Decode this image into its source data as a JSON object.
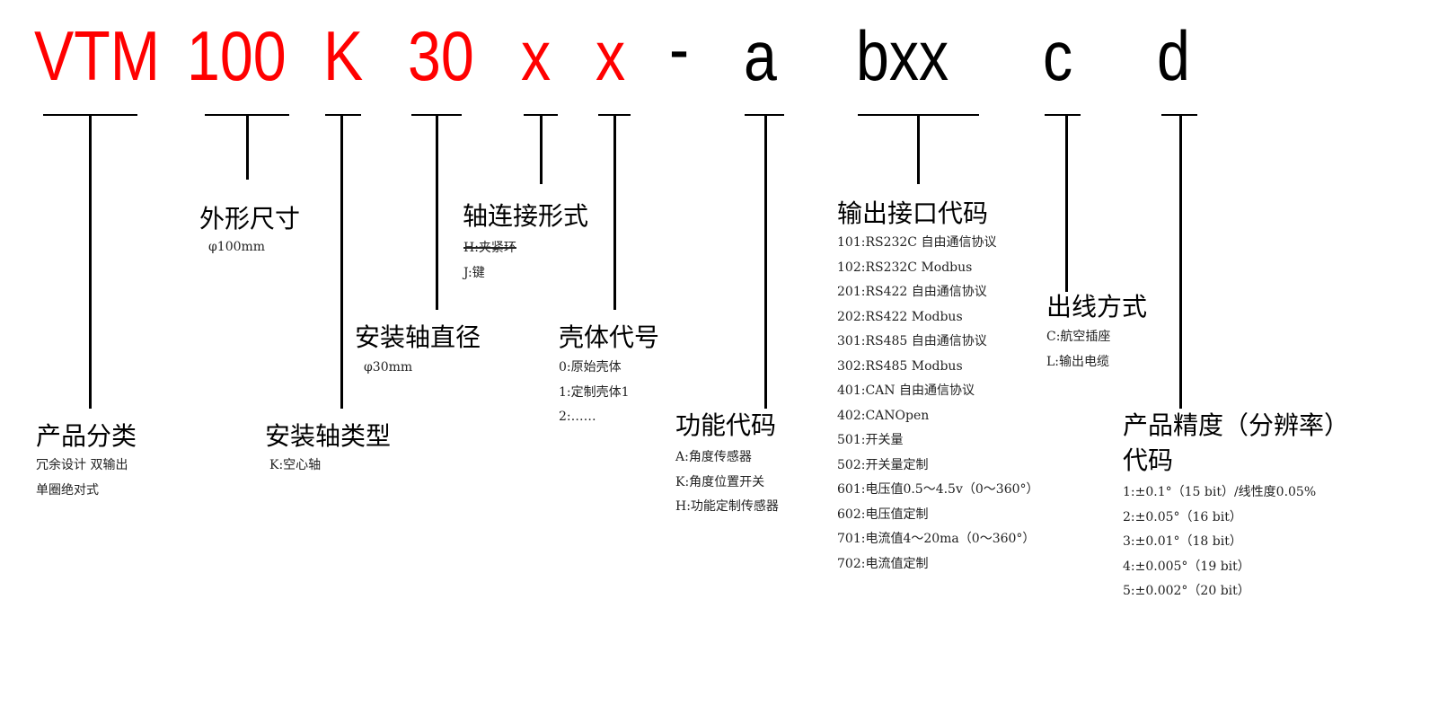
{
  "model_code": {
    "parts": [
      "VTM",
      "100",
      "K",
      "30",
      "x",
      "x",
      "-",
      "a",
      "bxx",
      "c",
      "d"
    ],
    "fixed_color": "#ff0000",
    "option_color": "#000000"
  },
  "segments": {
    "category": {
      "title": "产品分类",
      "lines": [
        "冗余设计 双输出",
        "单圈绝对式"
      ]
    },
    "size": {
      "title": "外形尺寸",
      "lines": [
        "φ100mm"
      ]
    },
    "shaft_type": {
      "title": "安装轴类型",
      "lines": [
        "K:空心轴"
      ]
    },
    "shaft_diameter": {
      "title": "安装轴直径",
      "lines": [
        "φ30mm"
      ]
    },
    "shaft_connection": {
      "title": "轴连接形式",
      "lines": [
        "H:夹紧环",
        "J:键"
      ]
    },
    "housing": {
      "title": "壳体代号",
      "lines": [
        "0:原始壳体",
        "1:定制壳体1",
        "2:……"
      ]
    },
    "function": {
      "title": "功能代码",
      "lines": [
        "A:角度传感器",
        "K:角度位置开关",
        "H:功能定制传感器"
      ]
    },
    "interface": {
      "title": "输出接口代码",
      "lines": [
        "101:RS232C 自由通信协议",
        "102:RS232C Modbus",
        "201:RS422 自由通信协议",
        "202:RS422 Modbus",
        "301:RS485 自由通信协议",
        "302:RS485 Modbus",
        "401:CAN 自由通信协议",
        "402:CANOpen",
        "501:开关量",
        "502:开关量定制",
        "601:电压值0.5～4.5v（0～360°）",
        "602:电压值定制",
        "701:电流值4～20ma（0～360°）",
        "702:电流值定制"
      ]
    },
    "wiring": {
      "title": "出线方式",
      "lines": [
        "C:航空插座",
        "L:输出电缆"
      ]
    },
    "precision": {
      "title": "产品精度（分辨率）",
      "title2": "代码",
      "lines": [
        "1:±0.1°（15 bit）/线性度0.05%",
        "2:±0.05°（16 bit）",
        "3:±0.01°（18 bit）",
        "4:±0.005°（19 bit）",
        "5:±0.002°（20 bit）"
      ]
    }
  }
}
